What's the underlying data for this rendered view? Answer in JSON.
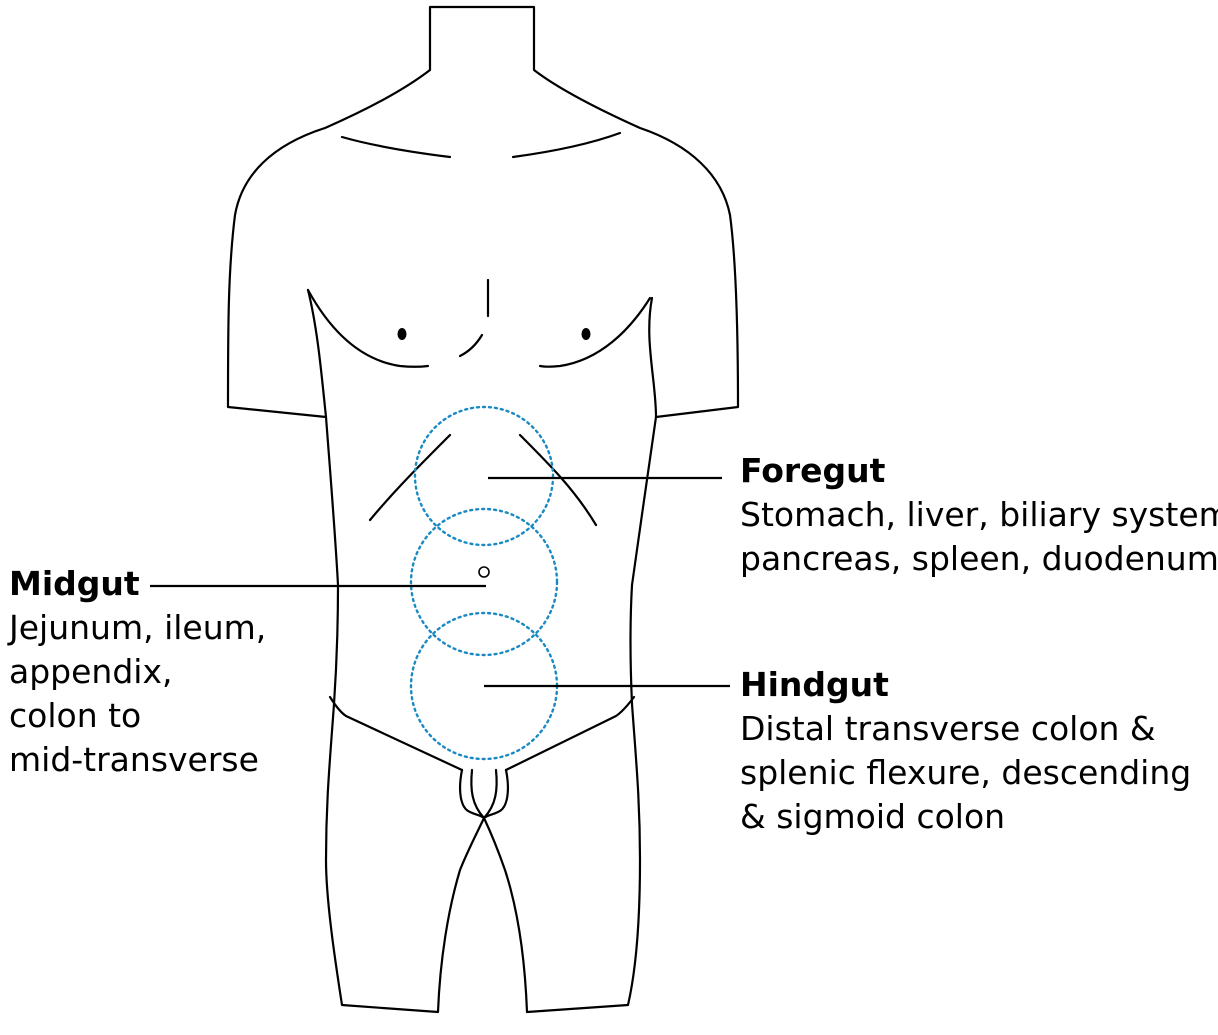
{
  "regions": {
    "foregut": {
      "title": "Foregut",
      "lines": [
        "Stomach, liver, biliary system,",
        "pancreas, spleen, duodenum"
      ]
    },
    "midgut": {
      "title": "Midgut",
      "lines": [
        "Jejunum, ileum,",
        "appendix,",
        "colon to",
        "mid-transverse"
      ]
    },
    "hindgut": {
      "title": "Hindgut",
      "lines": [
        "Distal transverse colon &",
        "splenic flexure, descending",
        "& sigmoid colon"
      ]
    }
  },
  "colors": {
    "outline": "#000000",
    "region_circle": "#1a8ac4",
    "background": "#ffffff"
  }
}
